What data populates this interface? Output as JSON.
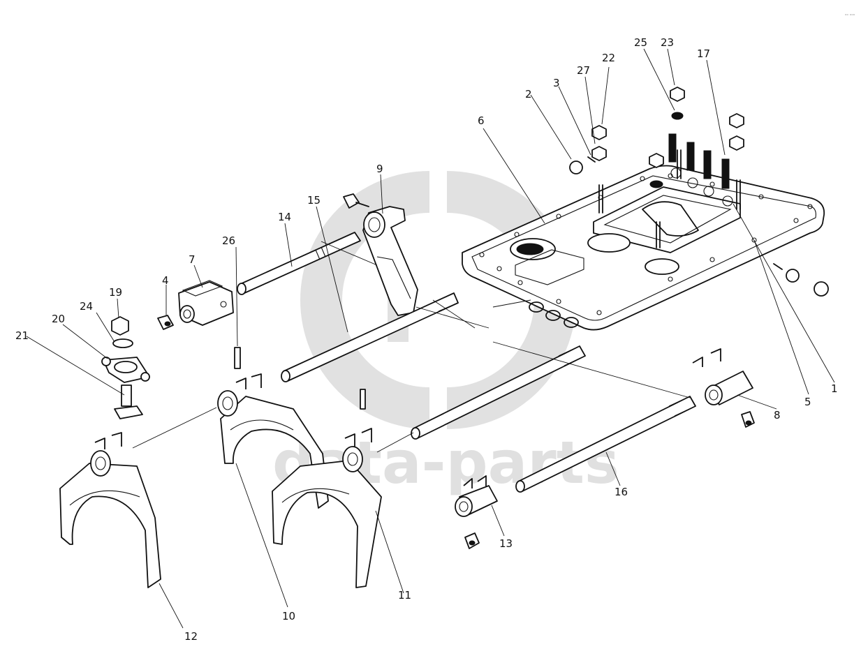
{
  "watermark": {
    "text": "data-parts",
    "color": "#c8c8c8"
  },
  "corner_mark": "ᵒᵒ ᵒᵒᵒ",
  "callouts": {
    "c1": "1",
    "c2": "2",
    "c3": "3",
    "c4": "4",
    "c5": "5",
    "c6": "6",
    "c7": "7",
    "c8": "8",
    "c9": "9",
    "c10": "10",
    "c11": "11",
    "c12": "12",
    "c13": "13",
    "c14": "14",
    "c15": "15",
    "c16": "16",
    "c17": "17",
    "c19": "19",
    "c20": "20",
    "c21": "21",
    "c22": "22",
    "c23": "23",
    "c24": "24",
    "c25": "25",
    "c26": "26",
    "c27": "27"
  }
}
